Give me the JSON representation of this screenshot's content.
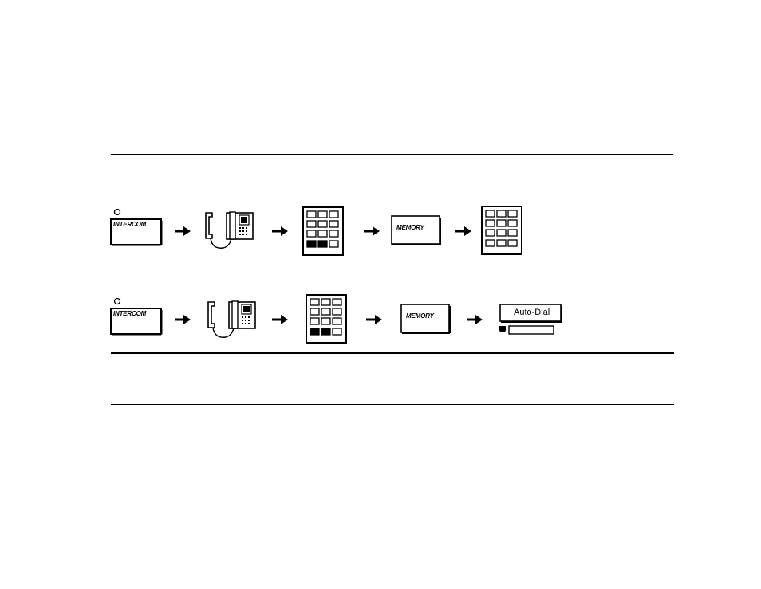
{
  "rows": [
    {
      "id": "row-1",
      "steps": [
        {
          "type": "intercom-button",
          "label": "INTERCOM"
        },
        {
          "type": "handset-lift"
        },
        {
          "type": "dial-pad",
          "highlight": "bottom-left-two"
        },
        {
          "type": "memory-button",
          "label": "MEMORY"
        },
        {
          "type": "dial-pad",
          "highlight": "none"
        }
      ]
    },
    {
      "id": "row-2",
      "steps": [
        {
          "type": "intercom-button",
          "label": "INTERCOM"
        },
        {
          "type": "handset-lift"
        },
        {
          "type": "dial-pad",
          "highlight": "bottom-left-two"
        },
        {
          "type": "memory-button",
          "label": "MEMORY"
        },
        {
          "type": "autodial-button",
          "label": "Auto-Dial"
        }
      ]
    }
  ],
  "labels": {
    "intercom": "INTERCOM",
    "memory": "MEMORY",
    "autodial": "Auto-Dial"
  },
  "colors": {
    "ink": "#000000",
    "paper": "#ffffff"
  }
}
